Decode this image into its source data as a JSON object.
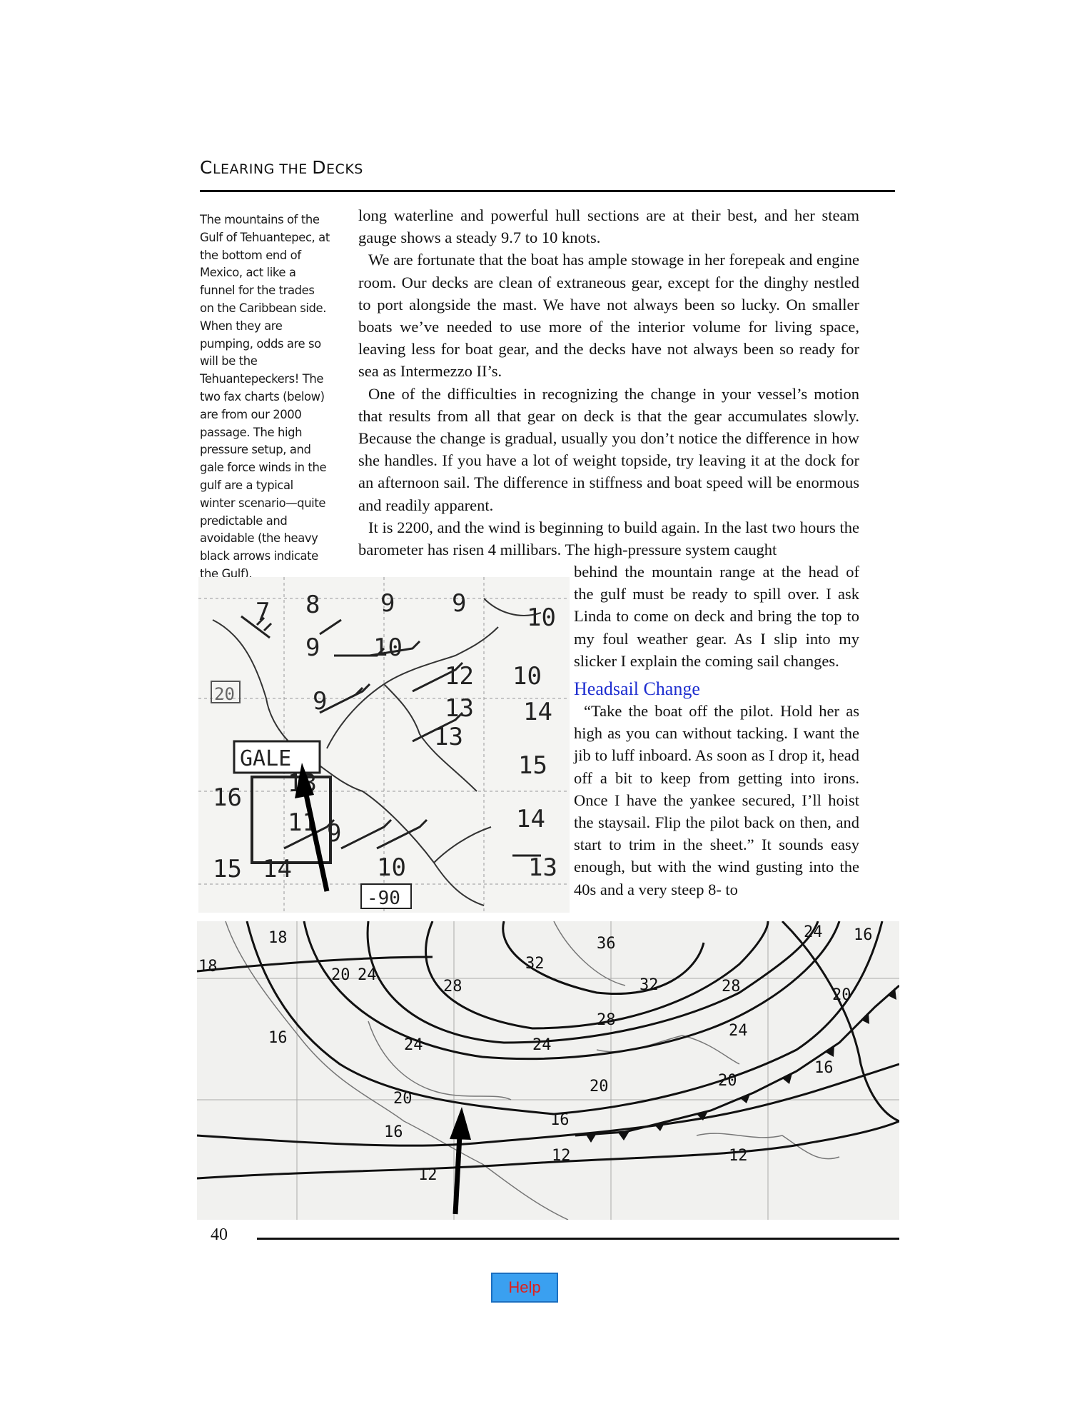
{
  "running_head": "Clearing the Decks",
  "sidenote": "The mountains of the Gulf of Tehuantepec, at the bottom end of Mexico, act like a funnel for the trades on the Caribbean side. When they are pumping, odds are so will be the Tehuantepeckers! The two fax charts (below) are from our 2000 passage. The high pressure setup, and gale force winds in the gulf are a typical winter scenario—quite predictable and avoidable (the heavy black arrows indicate the Gulf).",
  "main": {
    "p1": "long waterline and powerful hull sections are at their best, and her steam gauge shows a steady 9.7 to 10 knots.",
    "p2": "We are fortunate that the boat has ample stowage in her forepeak and engine room. Our decks are clean of extraneous gear, except for the dinghy nestled to port alongside the mast. We have not always been so lucky. On smaller boats we’ve needed to use more of the interior volume for living space, leaving less for boat gear, and the decks have not always been so ready for sea as Intermezzo II’s.",
    "p3": "One of the difficulties in recognizing the change in your vessel’s motion that results from all that gear on deck is that the gear accumulates slowly. Because the change is gradual, usually you don’t notice the difference in how she handles. If you have a lot of weight topside, try leaving it at the dock for an afternoon sail. The difference in stiffness and boat speed will be enormous and readily apparent.",
    "p4a": "It is 2200, and the wind is beginning to build again. In the last two hours the barometer has risen 4 millibars. The high-pressure system caught",
    "p4b": "behind the mountain range at the head of the gulf must be ready to spill over. I ask Linda to come on deck and bring the top to my foul weather gear. As I slip into my slicker I explain the coming sail changes.",
    "heading": "Headsail Change",
    "p5": "“Take the boat off the pilot. Hold her as high as you can without tacking. I want the jib to luff inboard. As soon as I drop it, head off a bit to keep from getting into irons. Once I have the yankee secured, I’ll hoist the staysail. Flip the pilot back on then, and start to trim in the sheet.” It sounds easy enough, but with the wind gusting into the 40s and a very steep 8- to"
  },
  "fig1": {
    "gale_label": "GALE",
    "box_20": "20",
    "box_90": "-90",
    "wind_labels": [
      "7",
      "8",
      "9",
      "9",
      "10",
      "9",
      "10",
      "12",
      "10",
      "9",
      "13",
      "14",
      "13",
      "15",
      "16",
      "13",
      "11",
      "9",
      "14",
      "15",
      "14",
      "10",
      "13"
    ]
  },
  "fig2": {
    "isobar_labels": [
      "18",
      "20",
      "24",
      "28",
      "32",
      "36",
      "32",
      "28",
      "24",
      "24",
      "24",
      "28",
      "20",
      "20",
      "20",
      "16",
      "16",
      "16",
      "12",
      "12",
      "12",
      "16",
      "20",
      "24",
      "16",
      "18"
    ]
  },
  "page_number": "40",
  "help_label": "Help"
}
